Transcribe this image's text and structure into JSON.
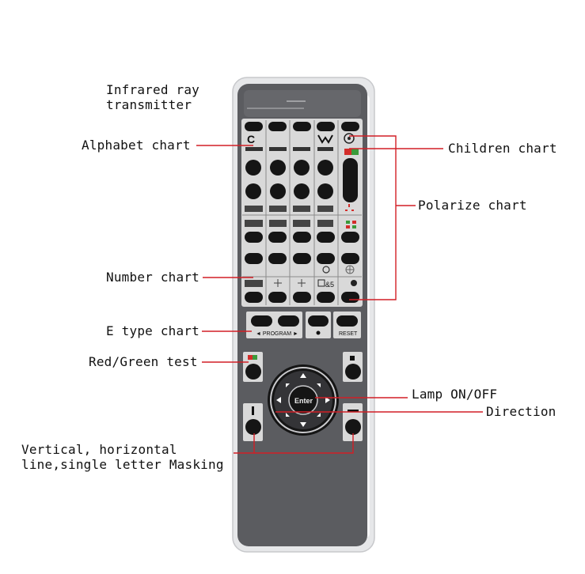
{
  "labels": {
    "infrared_line1": "Infrared ray",
    "infrared_line2": "transmitter",
    "alphabet": "Alphabet chart",
    "children": "Children chart",
    "polarize": "Polarize chart",
    "number": "Number chart",
    "e_type": "E type chart",
    "red_green": "Red/Green test",
    "lamp": "Lamp ON/OFF",
    "direction": "Direction",
    "masking_line1": "Vertical, horizontal",
    "masking_line2": "line,single letter Masking"
  },
  "remote": {
    "program_label": "◄ PROGRAM ►",
    "reset_label": "RESET",
    "enter_label": "Enter",
    "c_label": "C",
    "num_label": "&5"
  },
  "colors": {
    "leader_line": "#d21f26",
    "body": "#5b5c60",
    "panel": "#d9d9d9",
    "button": "#151515",
    "red": "#d32d2a",
    "green": "#3b9a3a"
  },
  "icons": [
    "dpad-up-icon",
    "dpad-down-icon",
    "dpad-left-icon",
    "dpad-right-icon",
    "target-icon",
    "sun-icon",
    "crosshair-icon",
    "star-icon"
  ]
}
